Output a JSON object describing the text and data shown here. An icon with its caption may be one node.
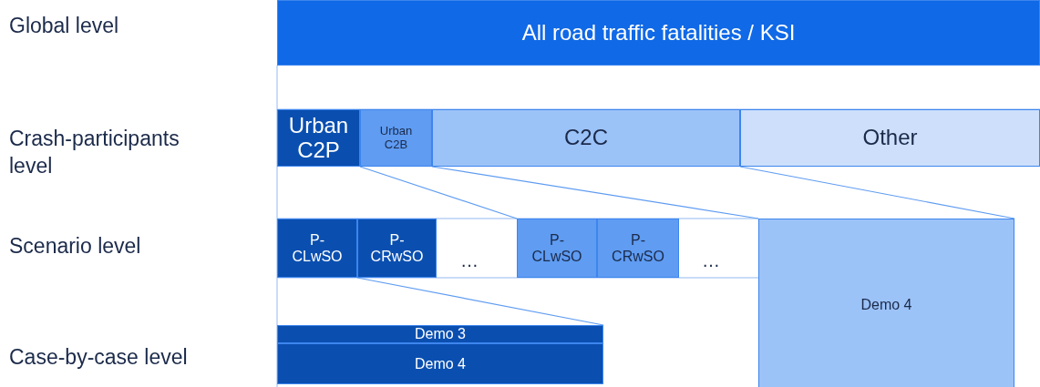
{
  "diagram": {
    "nodes": [
      {
        "text": [
          "All road traffic fatalities / KSI"
        ]
      },
      {
        "text": [
          "Urban C2P"
        ]
      },
      {
        "text": [
          "Urban C2B"
        ]
      },
      {
        "text": [
          "C2C"
        ]
      },
      {
        "text": [
          "Other"
        ]
      },
      {
        "text": [
          "P- CLwSO"
        ]
      },
      {
        "text": [
          "P- CRwSO"
        ]
      },
      {
        "text": [
          "P- CLwSO"
        ]
      },
      {
        "text": [
          "P- CRwSO"
        ]
      },
      {
        "text": [
          "Demo 4"
        ]
      },
      {
        "text": [
          "Demo 3"
        ]
      },
      {
        "text": [
          "Demo 4"
        ]
      }
    ],
    "edges": [
      {
        "from": 1,
        "to": 7,
        "arrow": "none"
      },
      {
        "from": 2,
        "to": 9,
        "arrow": "none"
      },
      {
        "from": 3,
        "to": 9,
        "arrow": "none"
      },
      {
        "from": 5,
        "to": 10,
        "arrow": "none"
      }
    ],
    "labels": [
      "Global level",
      "Crash-participants level",
      "Scenario level",
      "…",
      "…",
      "Case-by-case level"
    ]
  }
}
